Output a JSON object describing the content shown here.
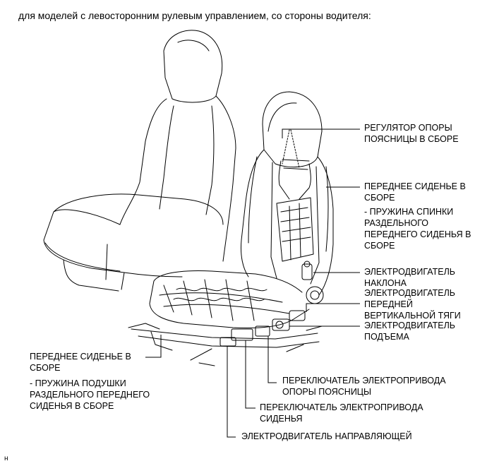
{
  "heading": "для моделей с левосторонним рулевым управлением, со стороны водителя:",
  "footer_mark": "н",
  "labels": {
    "lumbar_regulator": [
      "РЕГУЛЯТОР ОПОРЫ",
      "ПОЯСНИЦЫ В СБОРЕ"
    ],
    "front_seat_assy_top": [
      "ПЕРЕДНЕЕ СИДЕНЬЕ В",
      "СБОРЕ"
    ],
    "seatback_spring": [
      "- ПРУЖИНА СПИНКИ",
      "РАЗДЕЛЬНОГО",
      "ПЕРЕДНЕГО СИДЕНЬЯ В",
      "СБОРЕ"
    ],
    "recline_motor": [
      "ЭЛЕКТРОДВИГАТЕЛЬ",
      "НАКЛОНА"
    ],
    "front_vertical_motor": [
      "ЭЛЕКТРОДВИГАТЕЛЬ",
      "ПЕРЕДНЕЙ",
      "ВЕРТИКАЛЬНОЙ ТЯГИ"
    ],
    "lifter_motor": [
      "ЭЛЕКТРОДВИГАТЕЛЬ",
      "ПОДЪЕМА"
    ],
    "front_seat_assy_left": [
      "ПЕРЕДНЕЕ СИДЕНЬЕ В",
      "СБОРЕ"
    ],
    "cushion_spring": [
      "- ПРУЖИНА ПОДУШКИ",
      "РАЗДЕЛЬНОГО ПЕРЕДНЕГО",
      "СИДЕНЬЯ В СБОРЕ"
    ],
    "lumbar_switch": [
      "ПЕРЕКЛЮЧАТЕЛЬ ЭЛЕКТРОПРИВОДА",
      "ОПОРЫ ПОЯСНИЦЫ"
    ],
    "seat_switch": [
      "ПЕРЕКЛЮЧАТЕЛЬ ЭЛЕКТРОПРИВОДА",
      "СИДЕНЬЯ"
    ],
    "slide_motor": [
      "ЭЛЕКТРОДВИГАТЕЛЬ НАПРАВЛЯЮЩЕЙ"
    ]
  }
}
